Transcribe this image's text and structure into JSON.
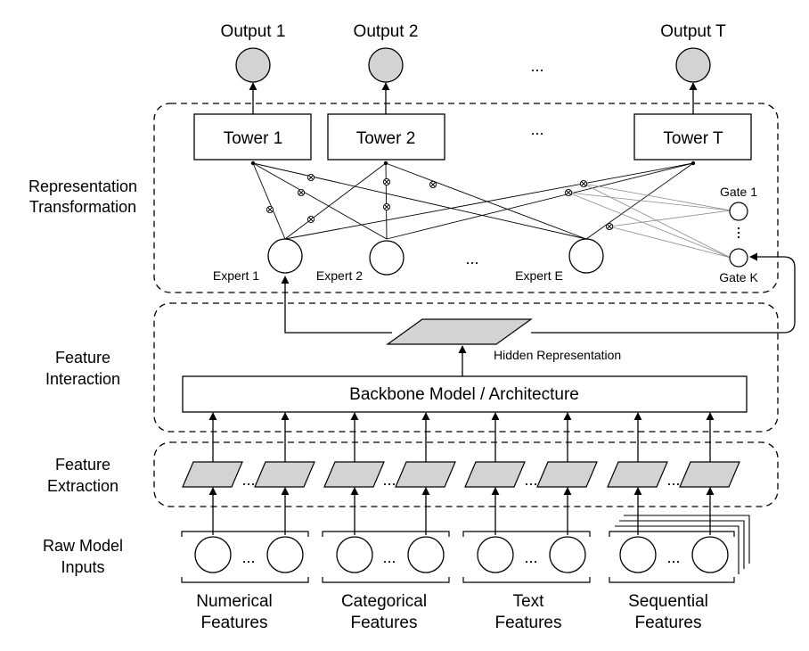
{
  "outputs": [
    "Output 1",
    "Output 2",
    "Output T"
  ],
  "towers": [
    "Tower 1",
    "Tower 2",
    "Tower T"
  ],
  "experts": [
    "Expert 1",
    "Expert 2",
    "Expert E"
  ],
  "gates": [
    "Gate 1",
    "Gate K"
  ],
  "stages": {
    "representation": [
      "Representation",
      "Transformation"
    ],
    "interaction": [
      "Feature",
      "Interaction"
    ],
    "extraction": [
      "Feature",
      "Extraction"
    ],
    "raw": [
      "Raw Model",
      "Inputs"
    ]
  },
  "backbone": "Backbone Model / Architecture",
  "hidden": "Hidden Representation",
  "ellipsis": "...",
  "categories": [
    [
      "Numerical",
      "Features"
    ],
    [
      "Categorical",
      "Features"
    ],
    [
      "Text",
      "Features"
    ],
    [
      "Sequential",
      "Features"
    ]
  ],
  "colors": {
    "fill": "#d3d3d3",
    "stroke": "#000000",
    "gateLine": "#8a8a8a"
  }
}
